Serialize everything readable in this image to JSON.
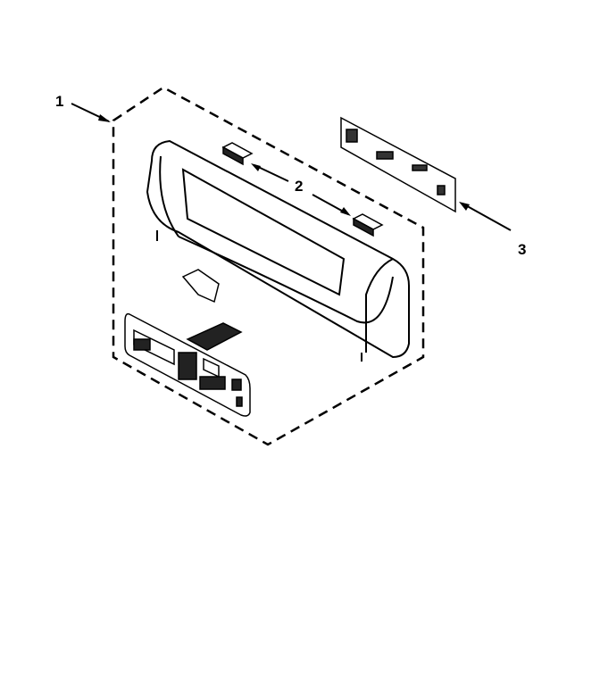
{
  "callouts": [
    {
      "number": "1",
      "part": "assembly"
    },
    {
      "number": "2",
      "part": "spacer"
    },
    {
      "number": "3",
      "part": "control-board"
    }
  ]
}
